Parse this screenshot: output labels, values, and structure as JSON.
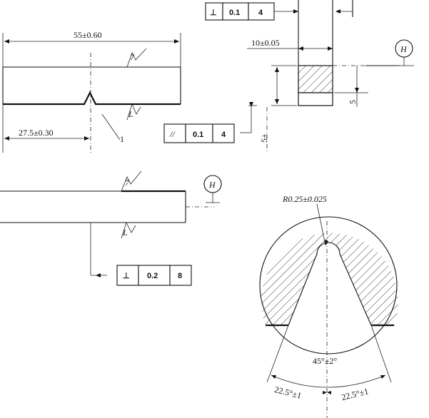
{
  "dim_length": "55±0.60",
  "dim_half": "27.5±0.30",
  "dim_width": "10±0.05",
  "dim_five": "5",
  "dim_side": "5±",
  "roughness_top": "7",
  "roughness_notch": "L",
  "roughness_bottom_top": "7",
  "roughness_bottom_low": "L",
  "label_one": "1",
  "datum_H": "H",
  "radius_label": "R0.25±0.025",
  "angle_total": "45°±2°",
  "angle_left": "22.5°±1",
  "angle_right": "22.5°±1",
  "frame_top": [
    "⊥",
    "0.1",
    "4"
  ],
  "frame_mid": [
    "//",
    "0.1",
    "4"
  ],
  "frame_bottom": [
    "⊥",
    "0.2",
    "8"
  ]
}
